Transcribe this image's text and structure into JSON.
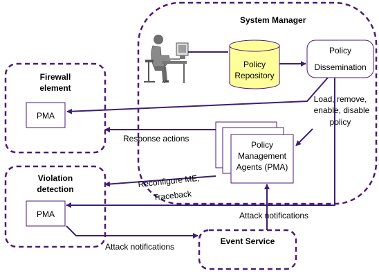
{
  "colors": {
    "dashed_border": "#4b1a78",
    "arrow": "#3d1f73",
    "repository_fill": "#ffff99",
    "box_stroke": "#4b1a78"
  },
  "system_manager": {
    "title": "System Manager"
  },
  "firewall": {
    "title_line1": "Firewall",
    "title_line2": "element",
    "pma": "PMA"
  },
  "violation": {
    "title_line1": "Violation",
    "title_line2": "detection",
    "pma": "PMA"
  },
  "event_service": {
    "title": "Event Service"
  },
  "policy_repository": {
    "line1": "Policy",
    "line2": "Repository"
  },
  "policy_dissemination": {
    "line1": "Policy",
    "line2": "Dissemination"
  },
  "pma_stack": {
    "line1": "Policy",
    "line2": "Management",
    "line3": "Agents (PMA)"
  },
  "labels": {
    "load_policy": [
      "Load, remove,",
      "enable, disable",
      "policy"
    ],
    "response_actions": "Response actions",
    "reconfigure": [
      "Reconfigure ME,",
      "Traceback"
    ],
    "attack_notifications_upper": "Attack notifications",
    "attack_notifications_lower": "Attack notifications"
  },
  "icons": {
    "administrator": "person-at-computer-icon"
  }
}
